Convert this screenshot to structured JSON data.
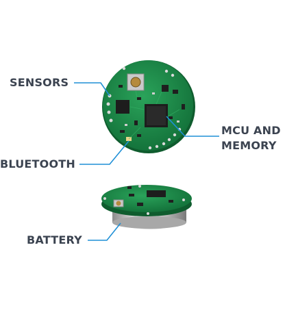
{
  "labels": {
    "sensors": "SENSORS",
    "bluetooth": "BLUETOOTH",
    "mcu_line1": "MCU AND",
    "mcu_line2": "MEMORY",
    "battery": "BATTERY"
  },
  "colors": {
    "text": "#3b4350",
    "leader_line": "#1e8fd6",
    "pcb_green": "#1d8c4a",
    "pcb_dark": "#136a36",
    "chip": "#1d1d1d",
    "battery_metal": "#c9c9c9"
  }
}
